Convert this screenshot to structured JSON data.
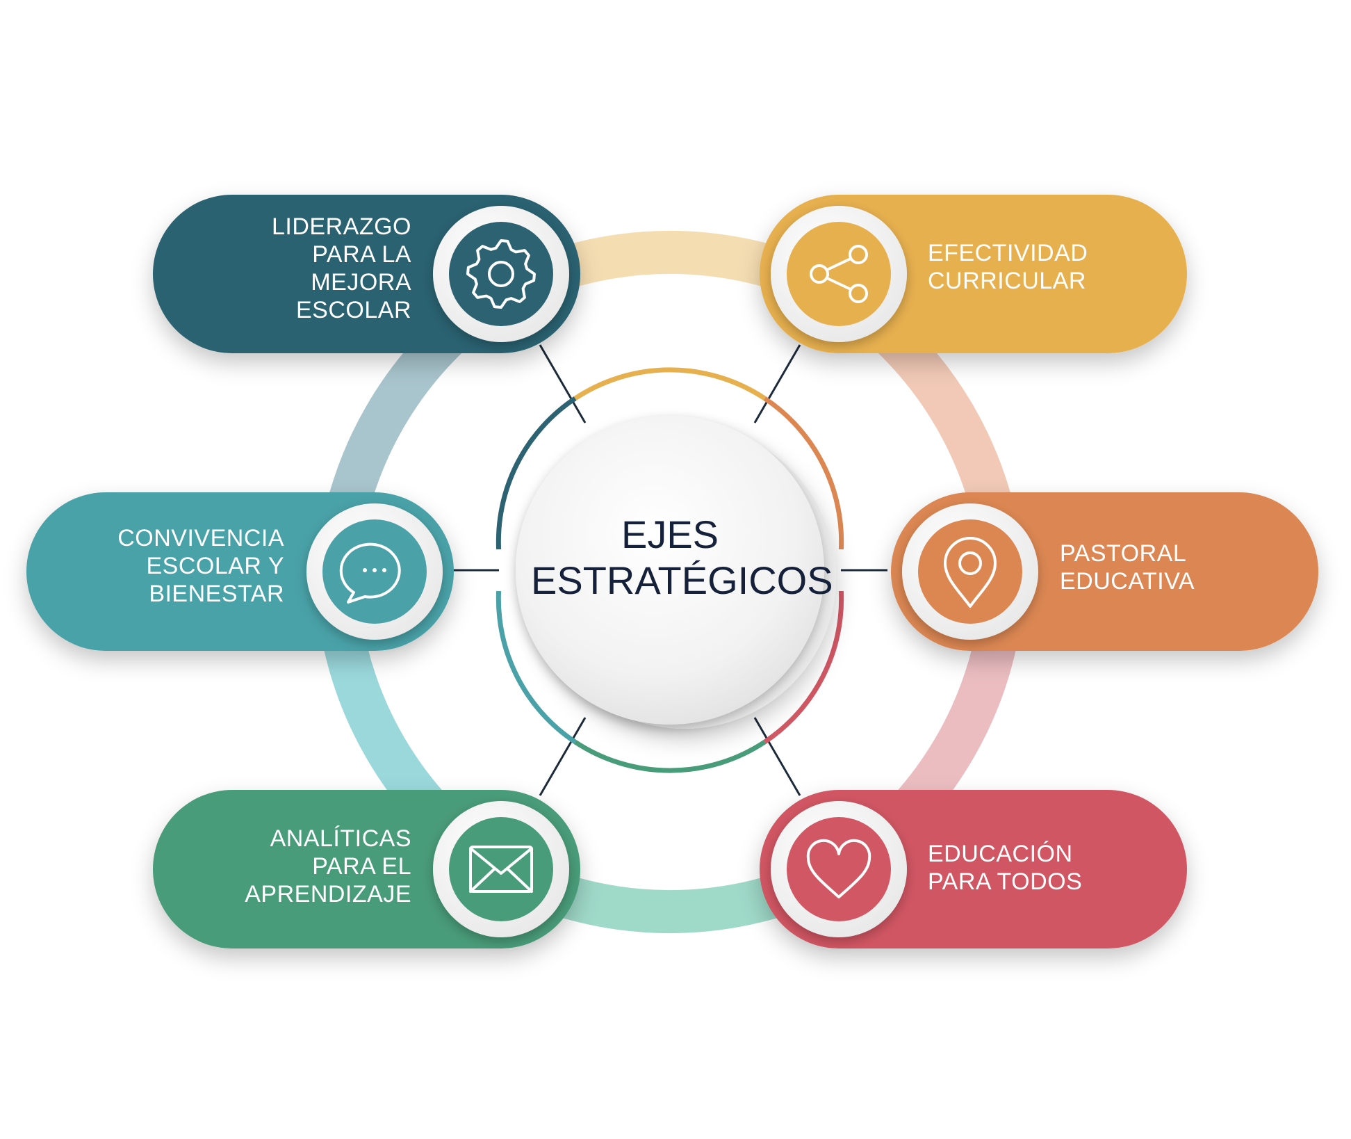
{
  "center": {
    "title_lines": [
      "EJES",
      "ESTRATÉGICOS"
    ]
  },
  "axes": [
    {
      "id": "liderazgo",
      "lines": [
        "LIDERAZGO",
        "PARA LA",
        "MEJORA",
        "ESCOLAR"
      ],
      "icon": "gear-icon",
      "color": "#2c6271"
    },
    {
      "id": "efectividad",
      "lines": [
        "EFECTIVIDAD",
        "CURRICULAR"
      ],
      "icon": "share-icon",
      "color": "#e7b04f"
    },
    {
      "id": "convivencia",
      "lines": [
        "CONVIVENCIA",
        "ESCOLAR Y",
        "BIENESTAR"
      ],
      "icon": "chat-bubble-icon",
      "color": "#4aa2a8"
    },
    {
      "id": "pastoral",
      "lines": [
        "PASTORAL",
        "EDUCATIVA"
      ],
      "icon": "location-pin-icon",
      "color": "#dc8752"
    },
    {
      "id": "analiticas",
      "lines": [
        "ANALÍTICAS",
        "PARA EL",
        "APRENDIZAJE"
      ],
      "icon": "envelope-icon",
      "color": "#499c79"
    },
    {
      "id": "educacion",
      "lines": [
        "EDUCACIÓN",
        "PARA TODOS"
      ],
      "icon": "heart-icon",
      "color": "#d15764"
    }
  ],
  "colors": {
    "ring_top": "#f5ddb2",
    "ring_right": "#f1c9b6",
    "ring_bottom_right": "#ebbdc1",
    "ring_bottom": "#9fd9c8",
    "ring_left_bottom": "#9ad8dc",
    "ring_left_top": "#a8c4cc",
    "connector": "#1d2a3a",
    "title": "#15203a"
  }
}
